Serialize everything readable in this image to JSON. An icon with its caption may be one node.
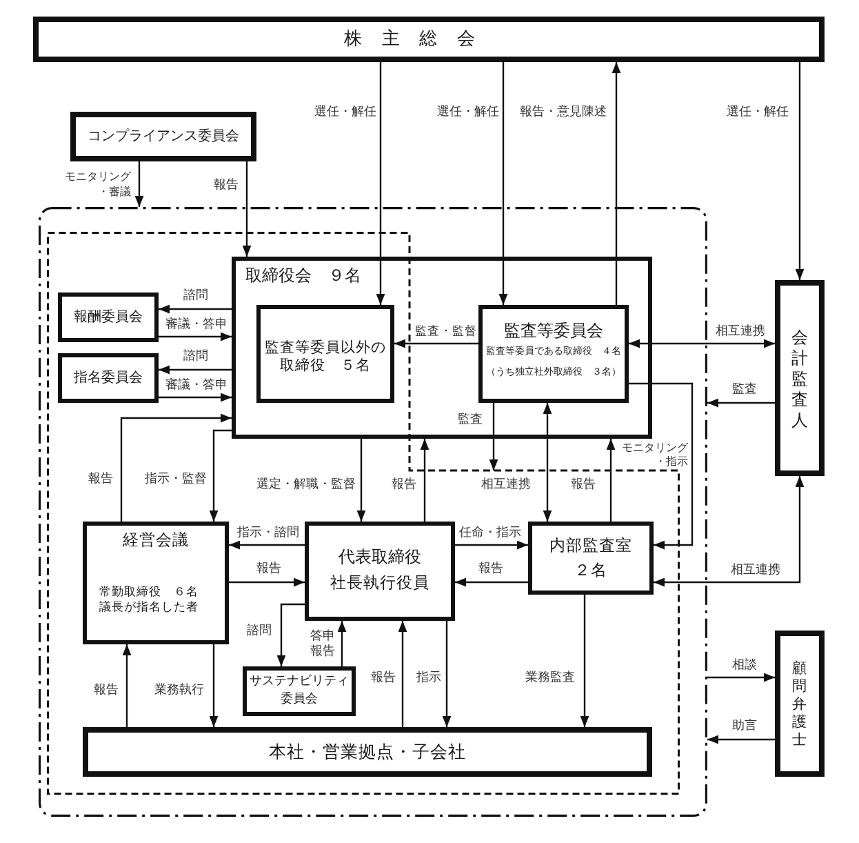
{
  "diagram": {
    "nodes": [
      {
        "text": [
          "株主総会"
        ]
      },
      {
        "text": [
          "コンプライアンス委員会"
        ]
      },
      {
        "text": [],
        "shape": "box"
      },
      {
        "text": [],
        "shape": "box",
        "in": 2
      },
      {
        "text": [
          "取締役会　９名"
        ],
        "in": 2
      },
      {
        "text": [
          "報酬委員会"
        ],
        "in": 3
      },
      {
        "text": [
          "指名委員会"
        ],
        "in": 3
      },
      {
        "text": [
          "監査等委員以外の取締役　５名"
        ],
        "in": 4
      },
      {
        "text": [
          "監査等委員会",
          "監査等委員である取締役　４名",
          "（うち独立社外取締役　３名）"
        ],
        "in": 4
      },
      {
        "text": [
          "会計監査人"
        ]
      },
      {
        "text": [
          "経営会議",
          "常勤取締役　６名",
          "議長が指名した者"
        ],
        "in": 3
      },
      {
        "text": [
          "代表取締役",
          "社長執行役員"
        ],
        "in": 3
      },
      {
        "text": [
          "内部監査室",
          "２名"
        ],
        "in": 3
      },
      {
        "text": [
          "サステナビリティ委員会"
        ],
        "in": 3
      },
      {
        "text": [
          "本社・営業拠点・子会社"
        ],
        "in": 3
      },
      {
        "text": [
          "顧問弁護士"
        ]
      }
    ],
    "edges": [
      {
        "from": 0,
        "to": 7,
        "arrow": "to",
        "label": "選任・解任"
      },
      {
        "from": 0,
        "to": 8,
        "arrow": "to",
        "label": "選任・解任"
      },
      {
        "from": 8,
        "to": 0,
        "arrow": "to",
        "label": "報告・意見陳述"
      },
      {
        "from": 0,
        "to": 9,
        "arrow": "to",
        "label": "選任・解任"
      },
      {
        "from": 1,
        "to": 2,
        "arrow": "to",
        "label": "モニタリング・審議"
      },
      {
        "from": 1,
        "to": 4,
        "arrow": "to",
        "label": "報告"
      },
      {
        "from": 4,
        "to": 5,
        "arrow": "to",
        "label": "諮問"
      },
      {
        "from": 5,
        "to": 4,
        "arrow": "to",
        "label": "審議・答申"
      },
      {
        "from": 4,
        "to": 6,
        "arrow": "to",
        "label": "諮問"
      },
      {
        "from": 6,
        "to": 4,
        "arrow": "to",
        "label": "審議・答申"
      },
      {
        "from": 8,
        "to": 7,
        "arrow": "to",
        "label": "監査・監督"
      },
      {
        "from": 8,
        "to": 9,
        "arrow": "both",
        "label": "相互連携"
      },
      {
        "from": 9,
        "to": 2,
        "arrow": "to",
        "label": "監査"
      },
      {
        "from": 10,
        "to": 4,
        "arrow": "to",
        "label": "報告"
      },
      {
        "from": 4,
        "to": 10,
        "arrow": "to",
        "label": "指示・監督"
      },
      {
        "from": 4,
        "to": 11,
        "arrow": "to",
        "label": "選定・解職・監督"
      },
      {
        "from": 11,
        "to": 4,
        "arrow": "to",
        "label": "報告"
      },
      {
        "from": 8,
        "to": 3,
        "arrow": "to",
        "label": "監査"
      },
      {
        "from": 8,
        "to": 12,
        "arrow": "both",
        "label": "相互連携"
      },
      {
        "from": 12,
        "to": 4,
        "arrow": "to",
        "label": "報告"
      },
      {
        "from": 8,
        "to": 12,
        "arrow": "to",
        "label": "モニタリング・指示"
      },
      {
        "from": 11,
        "to": 10,
        "arrow": "to",
        "label": "指示・諮問"
      },
      {
        "from": 10,
        "to": 11,
        "arrow": "to",
        "label": "報告"
      },
      {
        "from": 11,
        "to": 12,
        "arrow": "to",
        "label": "任命・指示"
      },
      {
        "from": 12,
        "to": 11,
        "arrow": "to",
        "label": "報告"
      },
      {
        "from": 12,
        "to": 9,
        "arrow": "both",
        "label": "相互連携"
      },
      {
        "from": 11,
        "to": 13,
        "arrow": "to",
        "label": "諮問"
      },
      {
        "from": 13,
        "to": 11,
        "arrow": "to",
        "label": "答申報告"
      },
      {
        "from": 14,
        "to": 10,
        "arrow": "to",
        "label": "報告"
      },
      {
        "from": 10,
        "to": 14,
        "arrow": "to",
        "label": "業務執行"
      },
      {
        "from": 14,
        "to": 11,
        "arrow": "to",
        "label": "報告"
      },
      {
        "from": 11,
        "to": 14,
        "arrow": "to",
        "label": "指示"
      },
      {
        "from": 12,
        "to": 14,
        "arrow": "to",
        "label": "業務監査"
      },
      {
        "from": 2,
        "to": 15,
        "arrow": "to",
        "label": "相談"
      },
      {
        "from": 15,
        "to": 2,
        "arrow": "to",
        "label": "助言"
      }
    ]
  }
}
